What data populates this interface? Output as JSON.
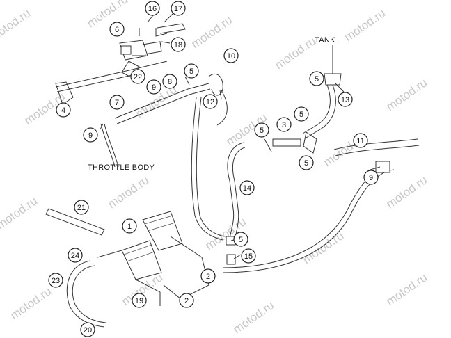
{
  "diagram": {
    "labels": {
      "tank": "TANK",
      "throttle_body": "THROTTLE BODY"
    },
    "watermark": "motod.ru",
    "callouts": [
      "16",
      "17",
      "6",
      "18",
      "22",
      "9",
      "8",
      "5",
      "10",
      "7",
      "12",
      "4",
      "9",
      "TANK",
      "5",
      "13",
      "5",
      "3",
      "5",
      "11",
      "5",
      "9",
      "14",
      "21",
      "1",
      "5",
      "15",
      "24",
      "2",
      "23",
      "19",
      "2",
      "20"
    ]
  }
}
